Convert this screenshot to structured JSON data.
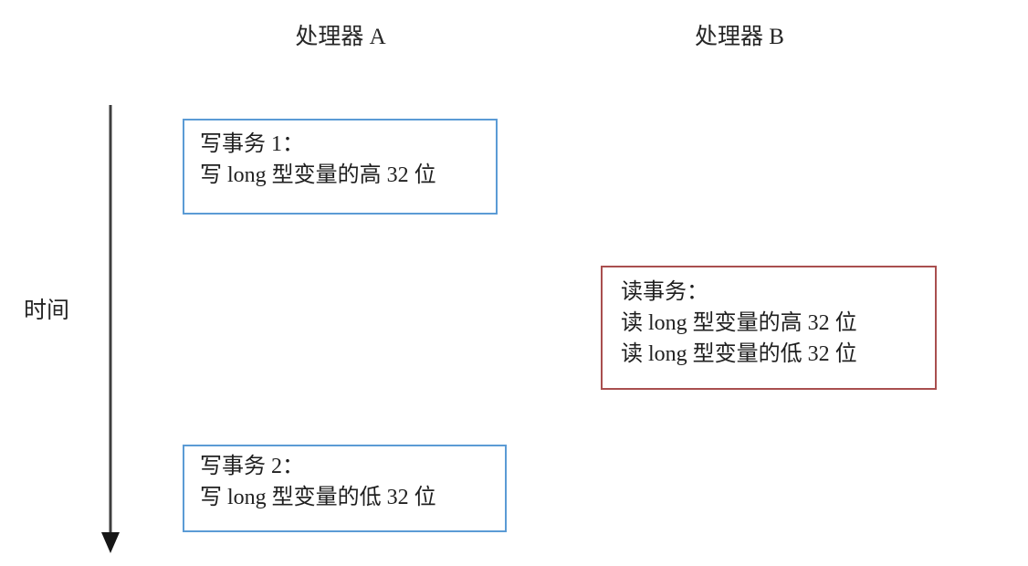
{
  "diagram": {
    "title_implicit": "",
    "background_color": "#ffffff",
    "columns": [
      {
        "id": "processor-a",
        "label": "处理器 A"
      },
      {
        "id": "processor-b",
        "label": "处理器 B"
      }
    ],
    "time_axis": {
      "label": "时间",
      "direction": "downward",
      "line_color": "#3f3f3f",
      "arrow_color": "#1a1a1a"
    },
    "boxes": [
      {
        "id": "write-transaction-1",
        "column": "processor-a",
        "border_color": "#5b9bd5",
        "lines": [
          "写事务 1：",
          "写 long 型变量的高 32 位"
        ]
      },
      {
        "id": "read-transaction",
        "column": "processor-b",
        "border_color": "#a94f4f",
        "lines": [
          "读事务：",
          "读 long 型变量的高 32 位",
          "读 long 型变量的低 32 位"
        ]
      },
      {
        "id": "write-transaction-2",
        "column": "processor-a",
        "border_color": "#5b9bd5",
        "lines": [
          "写事务 2：",
          "写 long 型变量的低 32 位"
        ]
      }
    ]
  }
}
